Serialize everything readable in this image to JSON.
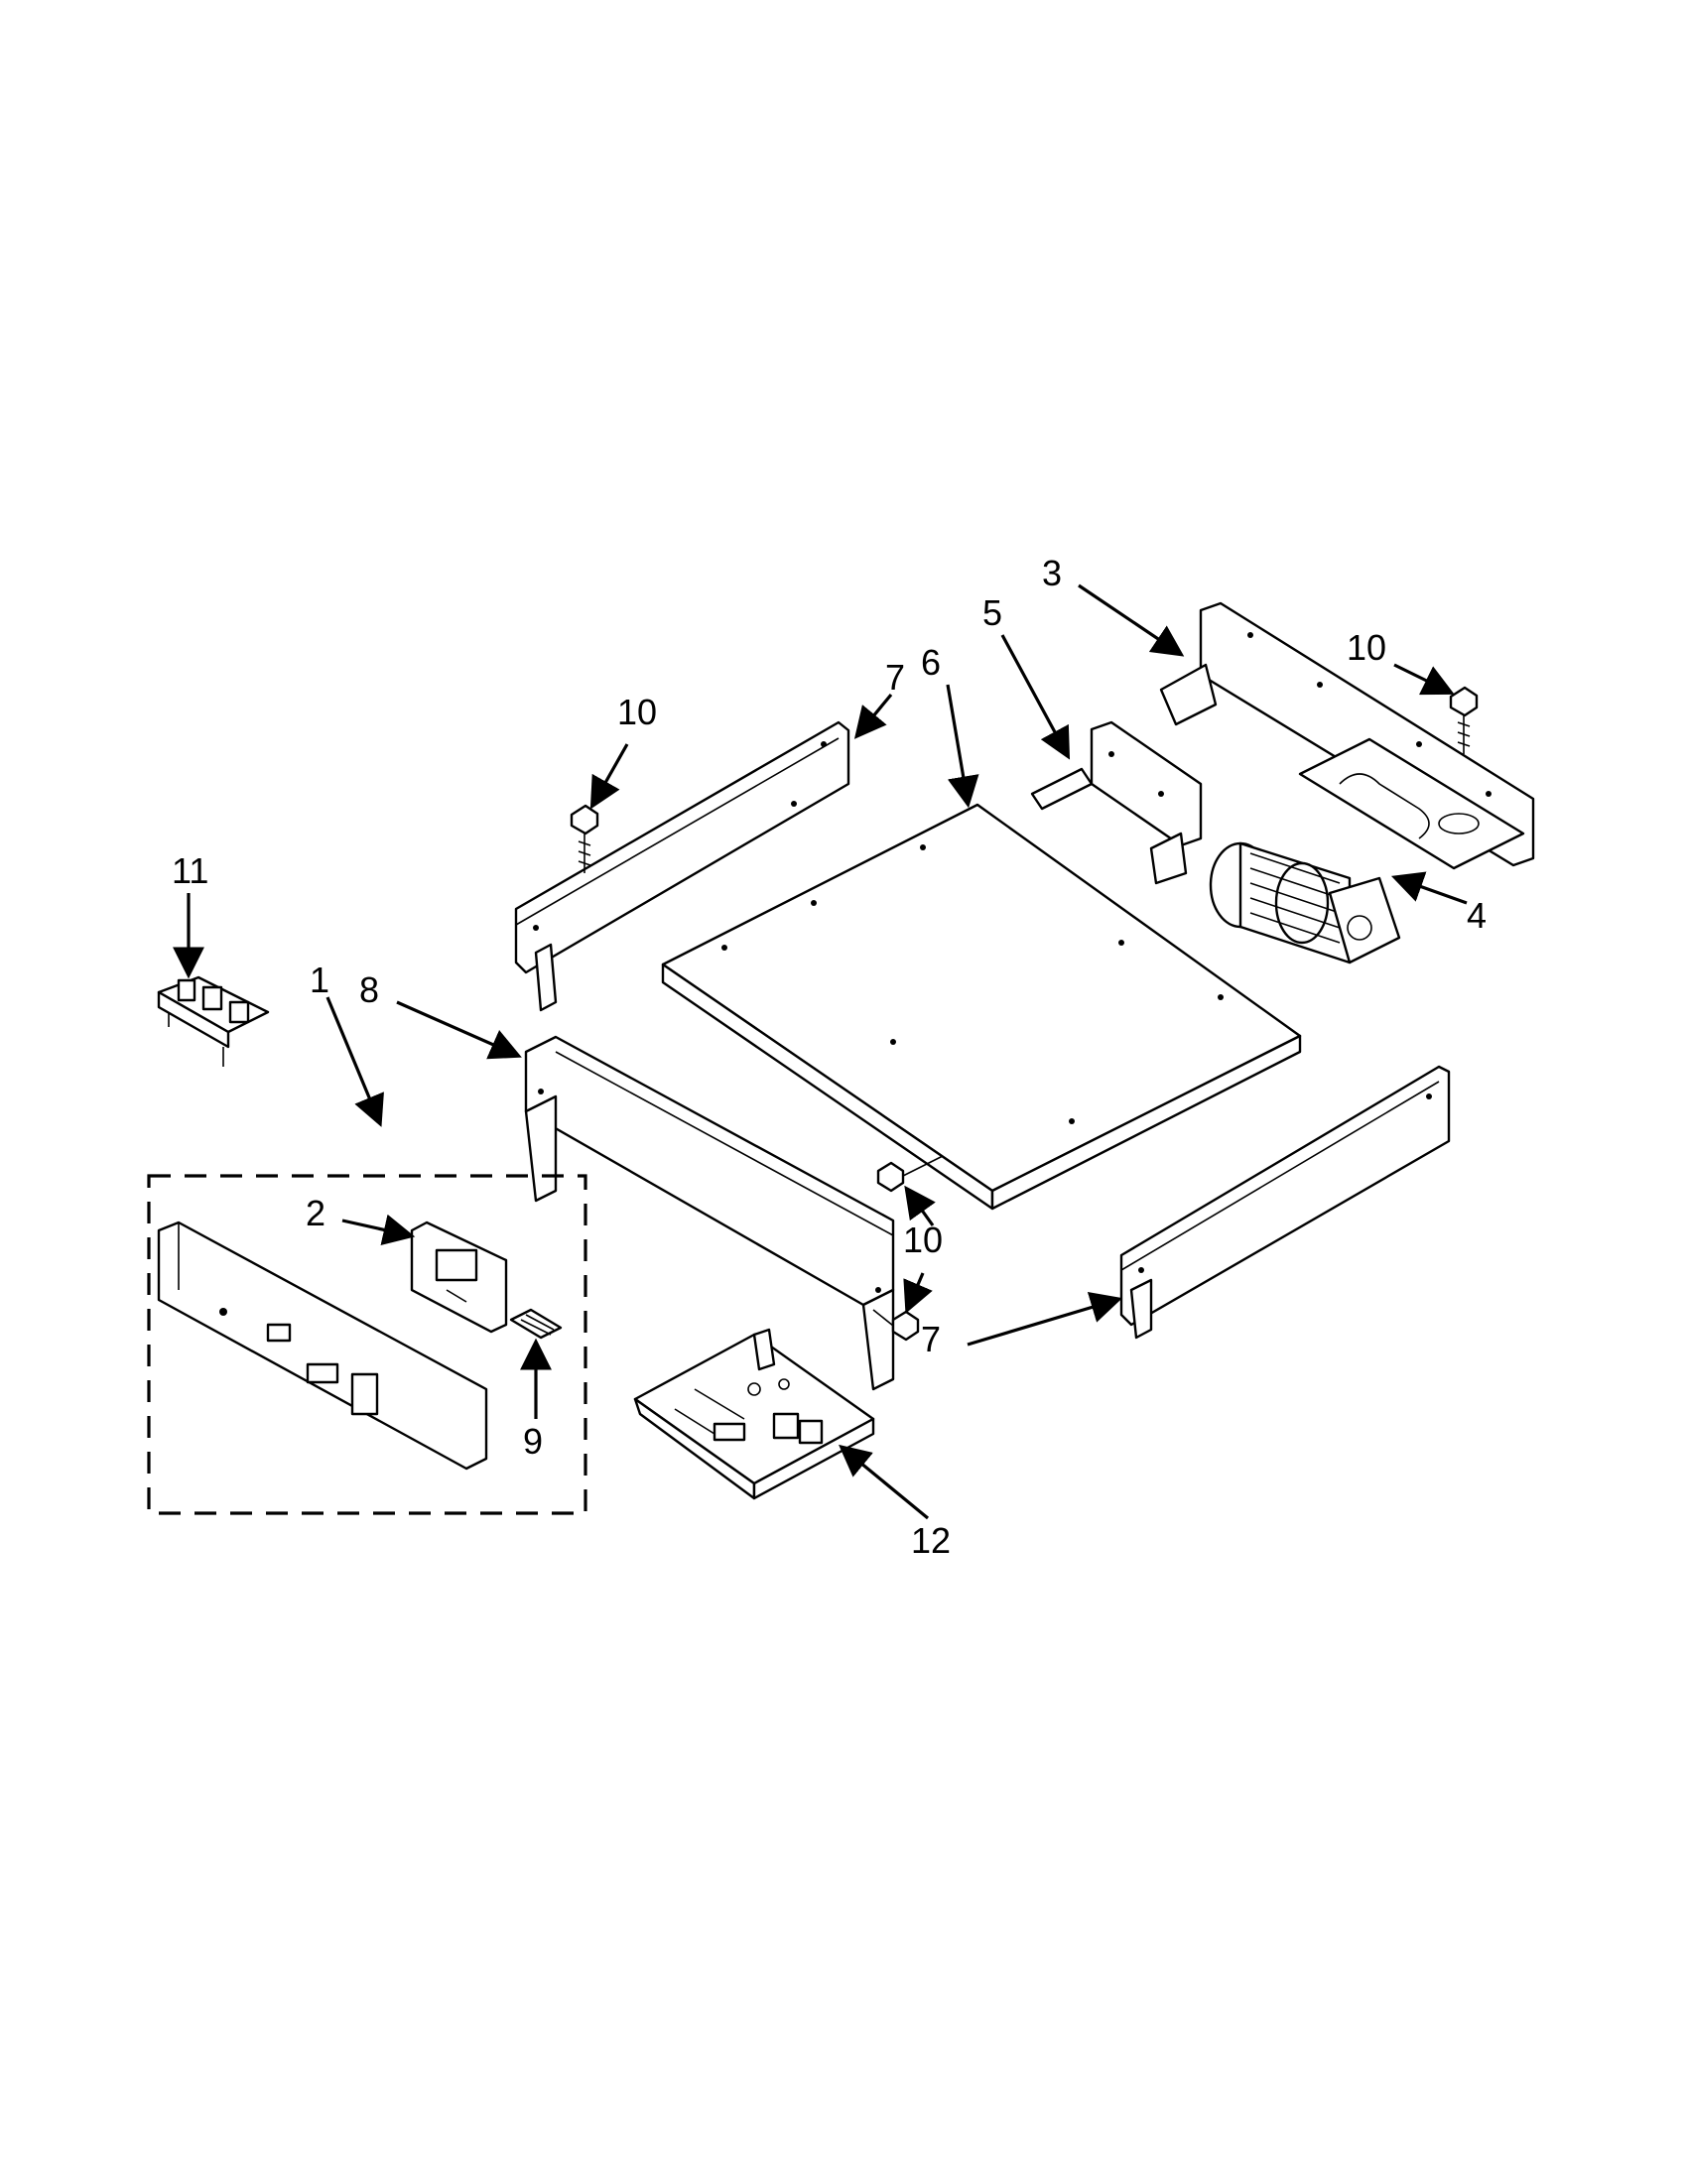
{
  "diagram": {
    "type": "exploded-parts-diagram",
    "callouts": {
      "c1": "1",
      "c2": "2",
      "c3": "3",
      "c4": "4",
      "c5": "5",
      "c6": "6",
      "c7a": "7",
      "c7b": "7",
      "c8": "8",
      "c9": "9",
      "c10a": "10",
      "c10b": "10",
      "c10c": "10",
      "c11": "11",
      "c12": "12"
    },
    "colors": {
      "line": "#000000",
      "background": "#ffffff"
    }
  }
}
